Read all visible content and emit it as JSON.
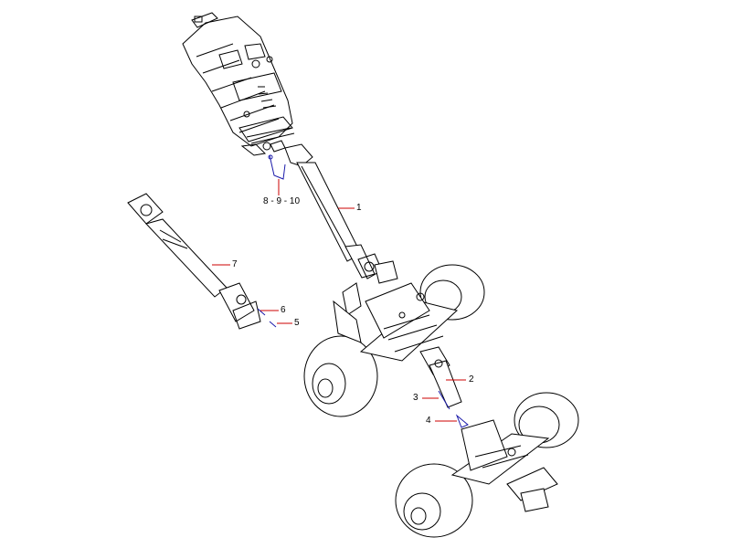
{
  "diagram": {
    "callouts": [
      {
        "id": "1",
        "label": "1"
      },
      {
        "id": "2",
        "label": "2"
      },
      {
        "id": "3",
        "label": "3"
      },
      {
        "id": "4",
        "label": "4"
      },
      {
        "id": "5",
        "label": "5"
      },
      {
        "id": "6",
        "label": "6"
      },
      {
        "id": "7",
        "label": "7"
      },
      {
        "id": "8",
        "label": "8 - 9 - 10"
      }
    ],
    "colors": {
      "line": "#000000",
      "leader": "#cc0000",
      "highlight": "#1a1aaa",
      "background": "#ffffff"
    }
  }
}
